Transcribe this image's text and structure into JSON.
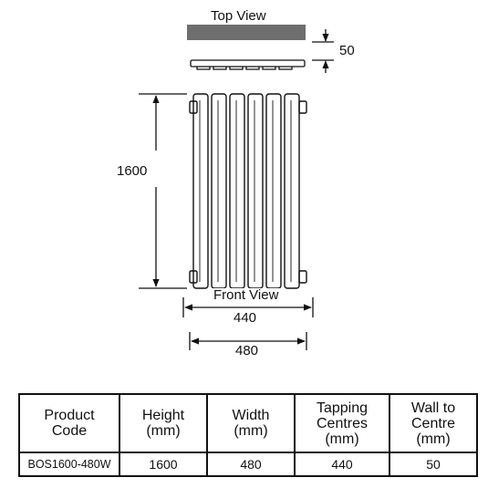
{
  "views": {
    "top_view_label": "Top View",
    "front_view_label": "Front View"
  },
  "dimensions": {
    "depth": "50",
    "height": "1600",
    "tapping_centres": "440",
    "width": "480"
  },
  "spec_table": {
    "headers": [
      [
        "Product",
        "Code"
      ],
      [
        "Height",
        "(mm)"
      ],
      [
        "Width",
        "(mm)"
      ],
      [
        "Tapping",
        "Centres",
        "(mm)"
      ],
      [
        "Wall to",
        "Centre",
        "(mm)"
      ]
    ],
    "row": {
      "product_code": "BOS1600-480W",
      "height": "1600",
      "width": "480",
      "tapping_centres": "440",
      "wall_to_centre": "50"
    }
  },
  "colors": {
    "line": "#111111",
    "top_view_fill": "#6e6e6e"
  }
}
